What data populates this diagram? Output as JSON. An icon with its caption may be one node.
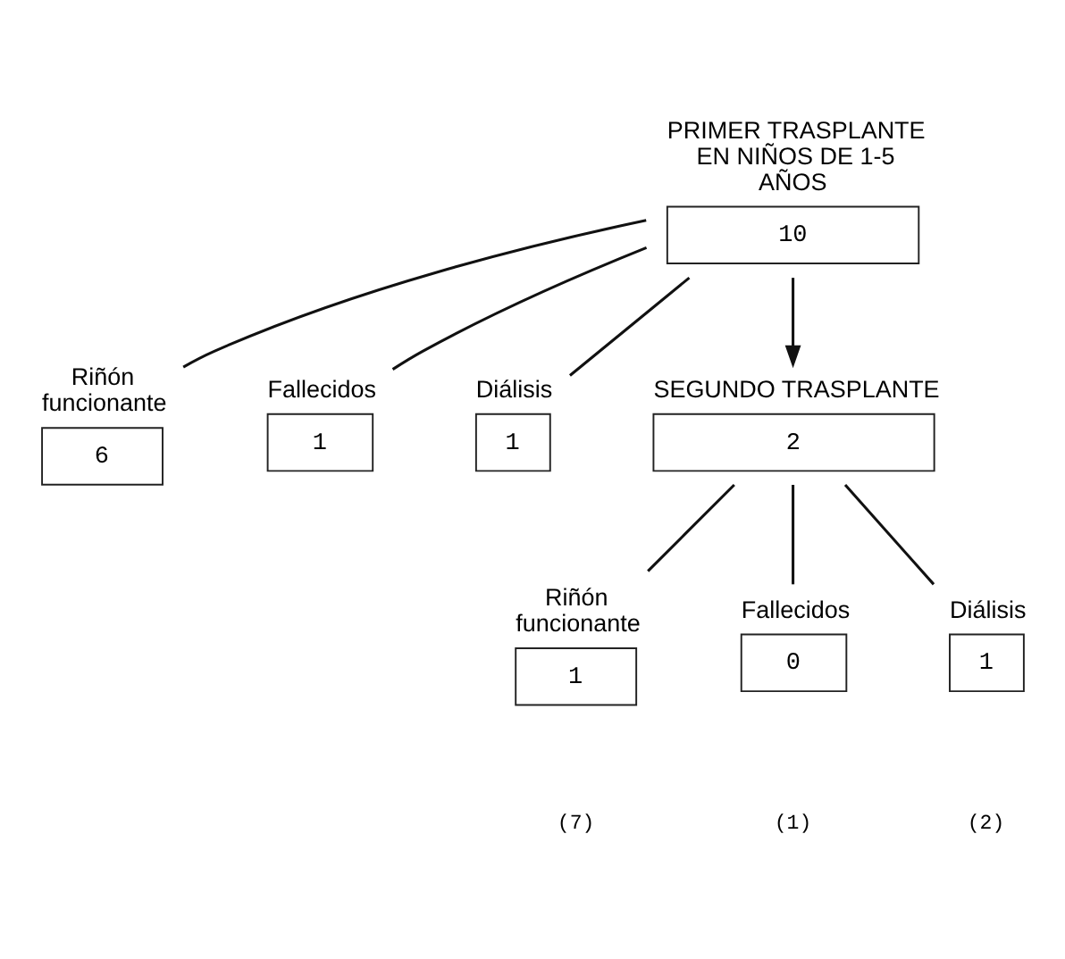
{
  "diagram": {
    "nodes": [
      {
        "text": [
          "PRIMER TRASPLANTE EN NIÑOS DE 1-5 AÑOS",
          "10"
        ]
      },
      {
        "text": [
          "Riñón funcionante",
          "6"
        ]
      },
      {
        "text": [
          "Fallecidos",
          "1"
        ]
      },
      {
        "text": [
          "Diálisis",
          "1"
        ]
      },
      {
        "text": [
          "SEGUNDO TRASPLANTE",
          "2"
        ]
      },
      {
        "text": [
          "Riñón funcionante",
          "1"
        ]
      },
      {
        "text": [
          "Fallecidos",
          "0"
        ]
      },
      {
        "text": [
          "Diálisis",
          "1"
        ]
      }
    ],
    "edges": [
      {
        "from": 0,
        "to": 1,
        "arrow": "none"
      },
      {
        "from": 0,
        "to": 2,
        "arrow": "none"
      },
      {
        "from": 0,
        "to": 3,
        "arrow": "none"
      },
      {
        "from": 0,
        "to": 4,
        "arrow": "to"
      },
      {
        "from": 4,
        "to": 5,
        "arrow": "none"
      },
      {
        "from": 4,
        "to": 6,
        "arrow": "none"
      },
      {
        "from": 4,
        "to": 7,
        "arrow": "none"
      }
    ],
    "labels": [
      "(7)",
      "(1)",
      "(2)"
    ]
  }
}
